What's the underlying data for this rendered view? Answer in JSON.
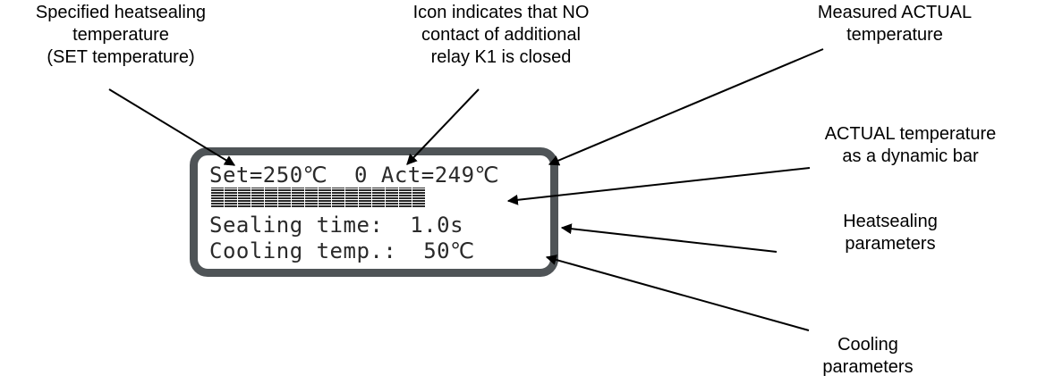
{
  "annotations": {
    "set_temp": "Specified heatsealing\ntemperature\n(SET temperature)",
    "relay_icon": "Icon indicates that NO\ncontact of additional\nrelay K1 is closed",
    "actual_temp": "Measured ACTUAL\ntemperature",
    "actual_bar": "ACTUAL temperature\nas a dynamic bar",
    "heatsealing_params": "Heatsealing\nparameters",
    "cooling_params": "Cooling\nparameters"
  },
  "display": {
    "line1": "Set=250℃  0 Act=249℃",
    "bar_level": 0.8,
    "bar_cells_total": 20,
    "line3": "Sealing time:  1.0s",
    "line4": "Cooling temp.:  50℃"
  },
  "colors": {
    "frame": "#4f5457",
    "pixel": "#2a2a2a"
  }
}
